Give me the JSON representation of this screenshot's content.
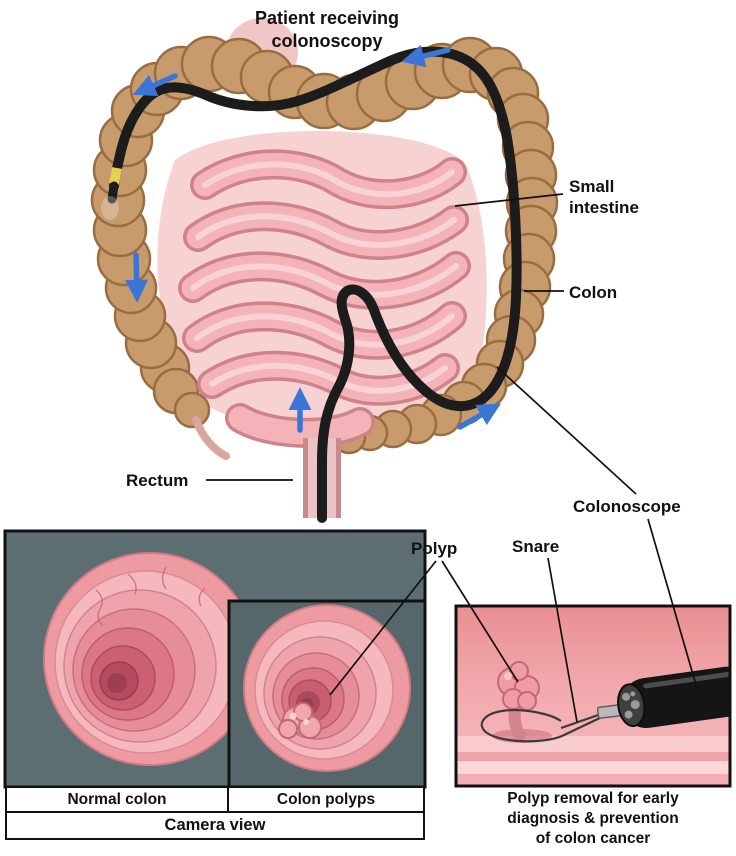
{
  "title": "Patient receiving\ncolonoscopy",
  "anatomy_labels": {
    "small_intestine": "Small\nintestine",
    "colon": "Colon",
    "rectum": "Rectum",
    "colonoscope": "Colonoscope"
  },
  "procedure_labels": {
    "polyp": "Polyp",
    "snare": "Snare"
  },
  "camera_panel": {
    "normal_colon": "Normal colon",
    "colon_polyps": "Colon polyps",
    "camera_view": "Camera view"
  },
  "removal_panel": {
    "caption": "Polyp removal for early\ndiagnosis & prevention\nof colon cancer"
  },
  "colors": {
    "colon_wall": "#c89b6d",
    "colon_outline": "#9a6c40",
    "small_intestine": "#f3b3b9",
    "scope_black": "#1c1c1c",
    "scope_light_band": "#e6cf52",
    "arrow_blue": "#3b76d6",
    "camera_panel_background": "#5d6e72",
    "mucosa_pink": "#ee9aa1"
  }
}
